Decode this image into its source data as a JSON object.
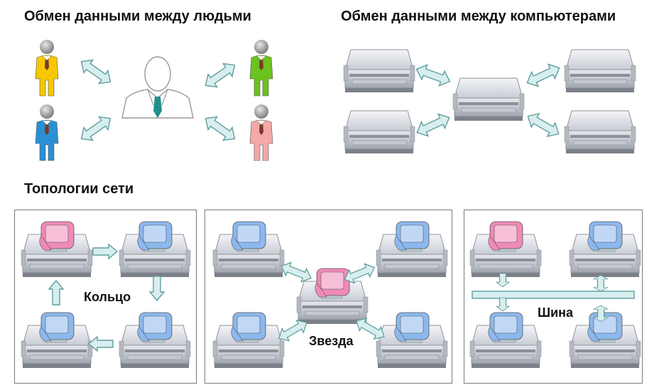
{
  "headings": {
    "people": "Обмен данными между людьми",
    "computers": "Обмен данными между компьютерами",
    "topologies": "Топологии сети"
  },
  "topologies": {
    "ring": "Кольцо",
    "star": "Звезда",
    "bus": "Шина"
  },
  "colors": {
    "arrow_fill": "#d8eeee",
    "arrow_stroke": "#5f9e9e",
    "box_fill": "#d9dce3",
    "person_yellow": "#f5c800",
    "person_blue": "#2b8fd6",
    "person_green": "#6cc21e",
    "person_pink": "#f4a8a8",
    "monitor_pink": "#f08ab8",
    "monitor_blue": "#8cb8ee"
  },
  "icons": [
    "person-icon",
    "server-icon",
    "computer-icon",
    "double-arrow-icon",
    "arrow-icon"
  ]
}
